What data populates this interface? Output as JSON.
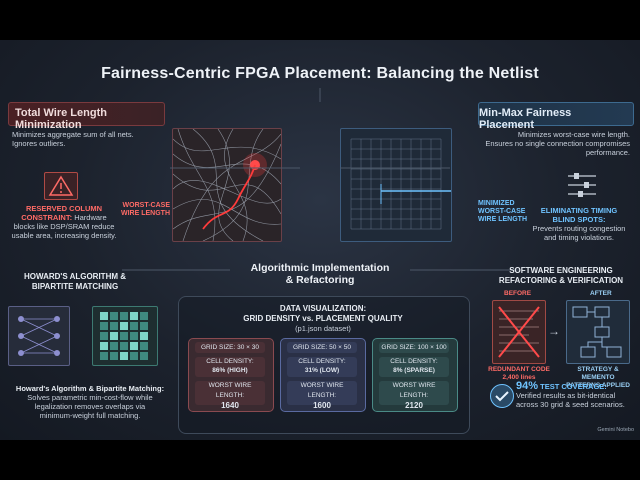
{
  "title": "Fairness-Centric FPGA Placement: Balancing the Netlist",
  "left_header": "Total Wire Length Minimization",
  "left_desc": [
    "Minimizes aggregate sum of all nets.",
    "Ignores outliers."
  ],
  "left_callout": [
    "WORST-CASE",
    "WIRE LENGTH"
  ],
  "reserved": {
    "title": "RESERVED COLUMN",
    "title2": "CONSTRAINT:",
    "lines": [
      " Hardware",
      "blocks like DSP/SRAM reduce",
      "usable area, increasing density."
    ]
  },
  "right_header": "Min-Max Fairness Placement",
  "right_desc": [
    "Minimizes worst-case wire length.",
    "Ensures no single connection compromises",
    "performance."
  ],
  "right_callout": [
    "MINIMIZED",
    "WORST-CASE",
    "WIRE LENGTH"
  ],
  "timing": {
    "title1": "ELIMINATING TIMING",
    "title2": "BLIND SPOTS:",
    "lines": [
      "Prevents routing congestion",
      "and timing violations."
    ]
  },
  "center": [
    "Algorithmic Implementation",
    "& Refactoring"
  ],
  "howard": {
    "heading": [
      "HOWARD'S ALGORITHM &",
      "BIPARTITE MATCHING"
    ],
    "title": "Howard's Algorithm & Bipartite Matching:",
    "lines": [
      "Solves parametric min-cost-flow while",
      "legalization removes overlaps via",
      "minimum-weight full matching."
    ]
  },
  "dataviz": {
    "title1": "DATA VISUALIZATION:",
    "title2": "GRID DENSITY vs. PLACEMENT QUALITY",
    "sub": "(p1.json dataset)",
    "cards": [
      {
        "size": "GRID SIZE: 30 × 30",
        "density_label": "CELL DENSITY:",
        "density": "86% (HIGH)",
        "wl_label": "WORST WIRE LENGTH:",
        "wl": "1640"
      },
      {
        "size": "GRID SIZE: 50 × 50",
        "density_label": "CELL DENSITY:",
        "density": "31% (LOW)",
        "wl_label": "WORST WIRE LENGTH:",
        "wl": "1600"
      },
      {
        "size": "GRID SIZE: 100 × 100",
        "density_label": "CELL DENSITY:",
        "density": "8% (SPARSE)",
        "wl_label": "WORST WIRE LENGTH:",
        "wl": "2120"
      }
    ]
  },
  "software": {
    "heading": [
      "SOFTWARE ENGINEERING",
      "REFACTORING & VERIFICATION"
    ],
    "before": "BEFORE",
    "after": "AFTER",
    "redundant": [
      "REDUNDANT CODE",
      "2,400 lines"
    ],
    "strategy": [
      "STRATEGY & MEMENTO",
      "PATTERNS APPLIED"
    ],
    "coverage_pct": "94%",
    "coverage_label": " TEST COVERAGE:",
    "coverage_lines": [
      "Verified results as bit-identical",
      "across 30 grid & seed scenarios."
    ]
  },
  "watermark": "Gemini Notebo"
}
